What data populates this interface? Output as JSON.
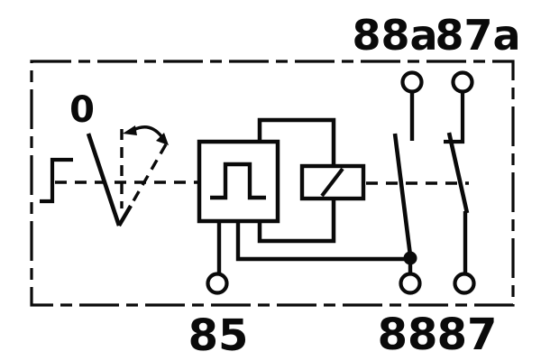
{
  "diagram": {
    "type": "relay-circuit-schematic",
    "colors": {
      "line": "#0a0a0a",
      "background": "#ffffff"
    },
    "labels": {
      "switch_position": "0",
      "terminal_top_left": "88a",
      "terminal_top_right": "87a",
      "terminal_bottom_left": "85",
      "terminal_bottom_mid": "88",
      "terminal_bottom_right": "87"
    },
    "icons": [
      "step-input-icon",
      "pulse-waveform-icon",
      "relay-coil-icon",
      "double-arrow-arc-icon"
    ]
  }
}
